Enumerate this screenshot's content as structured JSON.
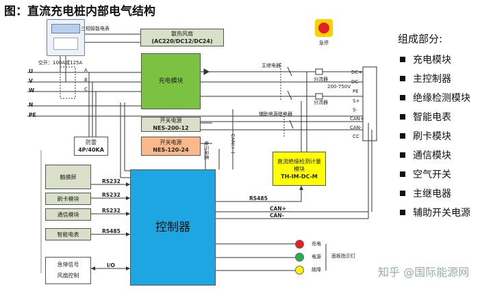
{
  "title": "图：直流充电桩内部电气结构",
  "legend": {
    "title": "组成部分:",
    "items": [
      "充电模块",
      "主控制器",
      "绝缘检测模块",
      "智能电表",
      "刷卡模块",
      "通信模块",
      "空气开关",
      "主继电器",
      "辅助开关电源"
    ]
  },
  "watermark": "知乎 @国际能源网",
  "boxes": {
    "fan": [
      "散热风扇",
      "(AC220/DC12/DC24)"
    ],
    "charge_module": "充电模块",
    "psu1": [
      "开关电源",
      "NES-200-12"
    ],
    "psu2": [
      "开关电源",
      "NES-120-24"
    ],
    "surge": [
      "防雷",
      "4P/40KA"
    ],
    "insulation": [
      "直流绝缘检测计量",
      "模块",
      "TH-IM-DC-M"
    ],
    "controller": "控制器",
    "touch": "触摸屏",
    "card": "刷卡模块",
    "comm": "通信模块",
    "meter": "智能电表",
    "estop_box": [
      "急停信号",
      "风扇控制"
    ]
  },
  "labels": {
    "meter_top": "三相智能电表",
    "air_switch": "空开：100A或125A",
    "main_relay": "主继电器",
    "aux_relay": "辅助电源继电器",
    "shunt1": "分流器",
    "shunt2": "分流器",
    "shunt_range": "200-750V",
    "voltage_sample": "电压采集",
    "can_pm": "CAN(+-)",
    "estop": "急停",
    "rs232_1": "RS232",
    "rs232_2": "RS232",
    "rs232_3": "RS232",
    "rs485_1": "RS485",
    "rs485_2": "RS485",
    "can_plus": "CAN+",
    "can_minus": "CAN-",
    "io": "I/O",
    "led_charge": "充电",
    "led_power": "电源",
    "led_fault": "故障",
    "panel_light": "面板指示灯",
    "phase_u": "U",
    "phase_v": "V",
    "phase_w": "W",
    "phase_n": "N",
    "phase_pe": "PE",
    "ph_a": "A",
    "ph_b": "B",
    "ph_c": "C",
    "term_dcp": "DC+",
    "term_dcm": "DC-",
    "term_pe": "PE",
    "term_sp": "S+",
    "term_sm": "S-",
    "term_canp": "CAN+",
    "term_canm": "CAN-",
    "term_cc": "CC"
  },
  "colors": {
    "grey": "#d9dfc8",
    "green": "#7cc242",
    "blue": "#1ea6e2",
    "orange": "#f9b98a",
    "yellow": "#ffff00",
    "led_red": "#e31e24",
    "led_green": "#22b14c",
    "led_yellow": "#fff200"
  }
}
